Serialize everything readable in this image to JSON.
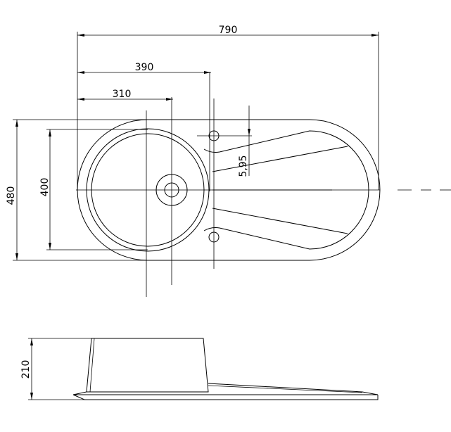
{
  "dimensions": {
    "overall_width": "790",
    "drain_offset": "390",
    "bowl_center": "310",
    "overall_depth": "480",
    "bowl_diameter": "400",
    "tap_offset": "5,95",
    "bowl_height": "210"
  }
}
